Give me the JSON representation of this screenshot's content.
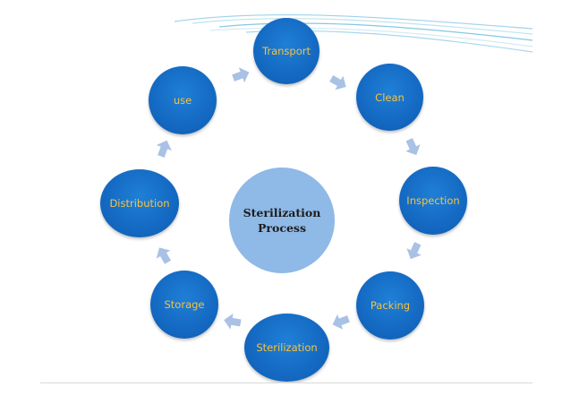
{
  "diagram": {
    "center_title": "Sterilization Process",
    "nodes": [
      {
        "id": "transport",
        "label": "Transport"
      },
      {
        "id": "clean",
        "label": "Clean"
      },
      {
        "id": "inspection",
        "label": "Inspection"
      },
      {
        "id": "packing",
        "label": "Packing"
      },
      {
        "id": "sterilization",
        "label": "Sterilization"
      },
      {
        "id": "storage",
        "label": "Storage"
      },
      {
        "id": "distribution",
        "label": "Distribution"
      },
      {
        "id": "use",
        "label": "use"
      }
    ],
    "flow_direction": "clockwise",
    "colors": {
      "node_fill": "#1469c2",
      "node_text": "#f5c342",
      "center_fill": "#8fb9e6",
      "arrow_fill": "#a9c1e4"
    }
  }
}
